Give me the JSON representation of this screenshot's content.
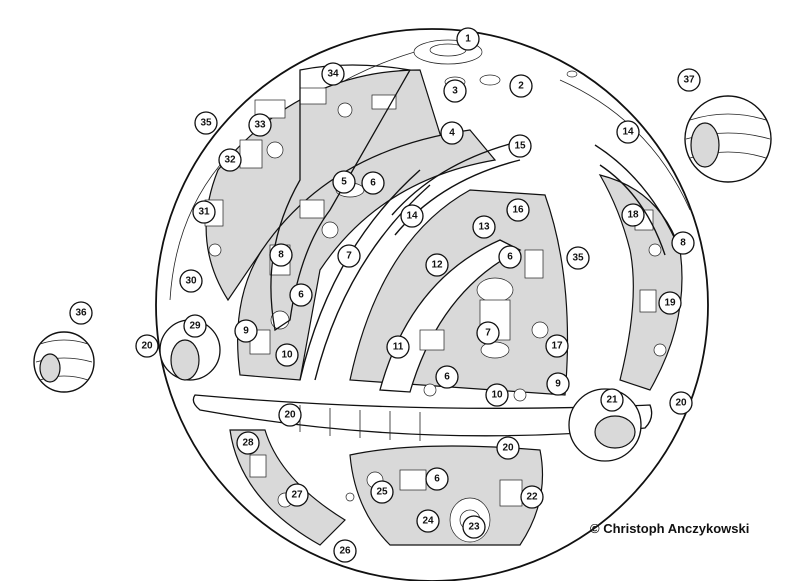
{
  "diagram": {
    "callouts": [
      {
        "id": "c1",
        "label": "1"
      },
      {
        "id": "c2",
        "label": "2"
      },
      {
        "id": "c3",
        "label": "3"
      },
      {
        "id": "c4",
        "label": "4"
      },
      {
        "id": "c5",
        "label": "5"
      },
      {
        "id": "c6a",
        "label": "6"
      },
      {
        "id": "c7a",
        "label": "7"
      },
      {
        "id": "c8a",
        "label": "8"
      },
      {
        "id": "c6b",
        "label": "6"
      },
      {
        "id": "c9a",
        "label": "9"
      },
      {
        "id": "c10a",
        "label": "10"
      },
      {
        "id": "c11",
        "label": "11"
      },
      {
        "id": "c12",
        "label": "12"
      },
      {
        "id": "c13",
        "label": "13"
      },
      {
        "id": "c14a",
        "label": "14"
      },
      {
        "id": "c14b",
        "label": "14"
      },
      {
        "id": "c15",
        "label": "15"
      },
      {
        "id": "c16",
        "label": "16"
      },
      {
        "id": "c6c",
        "label": "6"
      },
      {
        "id": "c7b",
        "label": "7"
      },
      {
        "id": "c6d",
        "label": "6"
      },
      {
        "id": "c10b",
        "label": "10"
      },
      {
        "id": "c17",
        "label": "17"
      },
      {
        "id": "c9b",
        "label": "9"
      },
      {
        "id": "c18",
        "label": "18"
      },
      {
        "id": "c8b",
        "label": "8"
      },
      {
        "id": "c19",
        "label": "19"
      },
      {
        "id": "c35a",
        "label": "35"
      },
      {
        "id": "c35b",
        "label": "35"
      },
      {
        "id": "c20a",
        "label": "20"
      },
      {
        "id": "c20b",
        "label": "20"
      },
      {
        "id": "c20c",
        "label": "20"
      },
      {
        "id": "c20d",
        "label": "20"
      },
      {
        "id": "c21",
        "label": "21"
      },
      {
        "id": "c22",
        "label": "22"
      },
      {
        "id": "c23",
        "label": "23"
      },
      {
        "id": "c24",
        "label": "24"
      },
      {
        "id": "c25",
        "label": "25"
      },
      {
        "id": "c26",
        "label": "26"
      },
      {
        "id": "c27",
        "label": "27"
      },
      {
        "id": "c28",
        "label": "28"
      },
      {
        "id": "c6e",
        "label": "6"
      },
      {
        "id": "c29",
        "label": "29"
      },
      {
        "id": "c30",
        "label": "30"
      },
      {
        "id": "c31",
        "label": "31"
      },
      {
        "id": "c32",
        "label": "32"
      },
      {
        "id": "c33",
        "label": "33"
      },
      {
        "id": "c34",
        "label": "34"
      },
      {
        "id": "c36",
        "label": "36"
      },
      {
        "id": "c37",
        "label": "37"
      }
    ]
  },
  "copyright": "© Christoph Anczykowski",
  "colors": {
    "ink": "#111111",
    "paper": "#ffffff",
    "shade": "#d9d9d9"
  }
}
